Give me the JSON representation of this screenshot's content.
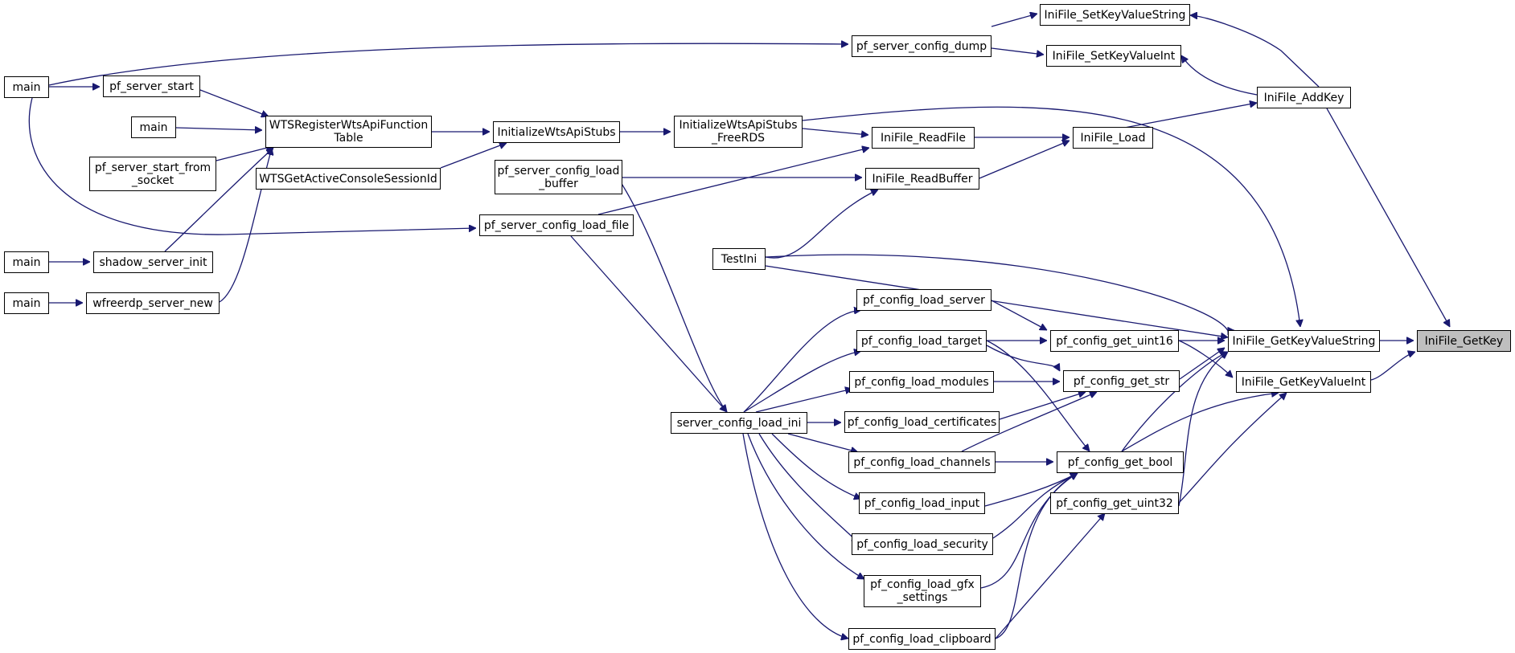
{
  "diagram": {
    "edge_color": "#191970",
    "node_fill": "#ffffff",
    "root_fill": "#bfbfbf",
    "nodes": [
      {
        "id": "n_getkey",
        "label": "IniFile_GetKey",
        "root": true
      },
      {
        "id": "n_addkey",
        "label": "IniFile_AddKey"
      },
      {
        "id": "n_getkvs",
        "label": "IniFile_GetKeyValueString"
      },
      {
        "id": "n_getkvi",
        "label": "IniFile_GetKeyValueInt"
      },
      {
        "id": "n_setkvs",
        "label": "IniFile_SetKeyValueString"
      },
      {
        "id": "n_setkvi",
        "label": "IniFile_SetKeyValueInt"
      },
      {
        "id": "n_load",
        "label": "IniFile_Load"
      },
      {
        "id": "n_readfile",
        "label": "IniFile_ReadFile"
      },
      {
        "id": "n_readbuf",
        "label": "IniFile_ReadBuffer"
      },
      {
        "id": "n_dump",
        "label": "pf_server_config_dump"
      },
      {
        "id": "n_iwsfree",
        "label": "InitializeWtsApiStubs\n_FreeRDS"
      },
      {
        "id": "n_iws",
        "label": "InitializeWtsApiStubs"
      },
      {
        "id": "n_wtsreg",
        "label": "WTSRegisterWtsApiFunction\nTable"
      },
      {
        "id": "n_wtsget",
        "label": "WTSGetActiveConsoleSessionId"
      },
      {
        "id": "n_main1",
        "label": "main"
      },
      {
        "id": "n_main2",
        "label": "main"
      },
      {
        "id": "n_main3",
        "label": "main"
      },
      {
        "id": "n_main4",
        "label": "main"
      },
      {
        "id": "n_pfstart",
        "label": "pf_server_start"
      },
      {
        "id": "n_pfstartsock",
        "label": "pf_server_start_from\n_socket"
      },
      {
        "id": "n_shadow",
        "label": "shadow_server_init"
      },
      {
        "id": "n_wfree",
        "label": "wfreerdp_server_new"
      },
      {
        "id": "n_loadbuf",
        "label": "pf_server_config_load\n_buffer"
      },
      {
        "id": "n_loadfile",
        "label": "pf_server_config_load_file"
      },
      {
        "id": "n_testini",
        "label": "TestIni"
      },
      {
        "id": "n_loadserver",
        "label": "pf_config_load_server"
      },
      {
        "id": "n_loadtarget",
        "label": "pf_config_load_target"
      },
      {
        "id": "n_loadmodules",
        "label": "pf_config_load_modules"
      },
      {
        "id": "n_loadcerts",
        "label": "pf_config_load_certificates"
      },
      {
        "id": "n_loadchannels",
        "label": "pf_config_load_channels"
      },
      {
        "id": "n_loadinput",
        "label": "pf_config_load_input"
      },
      {
        "id": "n_loadsecurity",
        "label": "pf_config_load_security"
      },
      {
        "id": "n_loadgfx",
        "label": "pf_config_load_gfx\n_settings"
      },
      {
        "id": "n_loadclip",
        "label": "pf_config_load_clipboard"
      },
      {
        "id": "n_scli",
        "label": "server_config_load_ini"
      },
      {
        "id": "n_uint16",
        "label": "pf_config_get_uint16"
      },
      {
        "id": "n_getstr",
        "label": "pf_config_get_str"
      },
      {
        "id": "n_getbool",
        "label": "pf_config_get_bool"
      },
      {
        "id": "n_uint32",
        "label": "pf_config_get_uint32"
      }
    ]
  }
}
